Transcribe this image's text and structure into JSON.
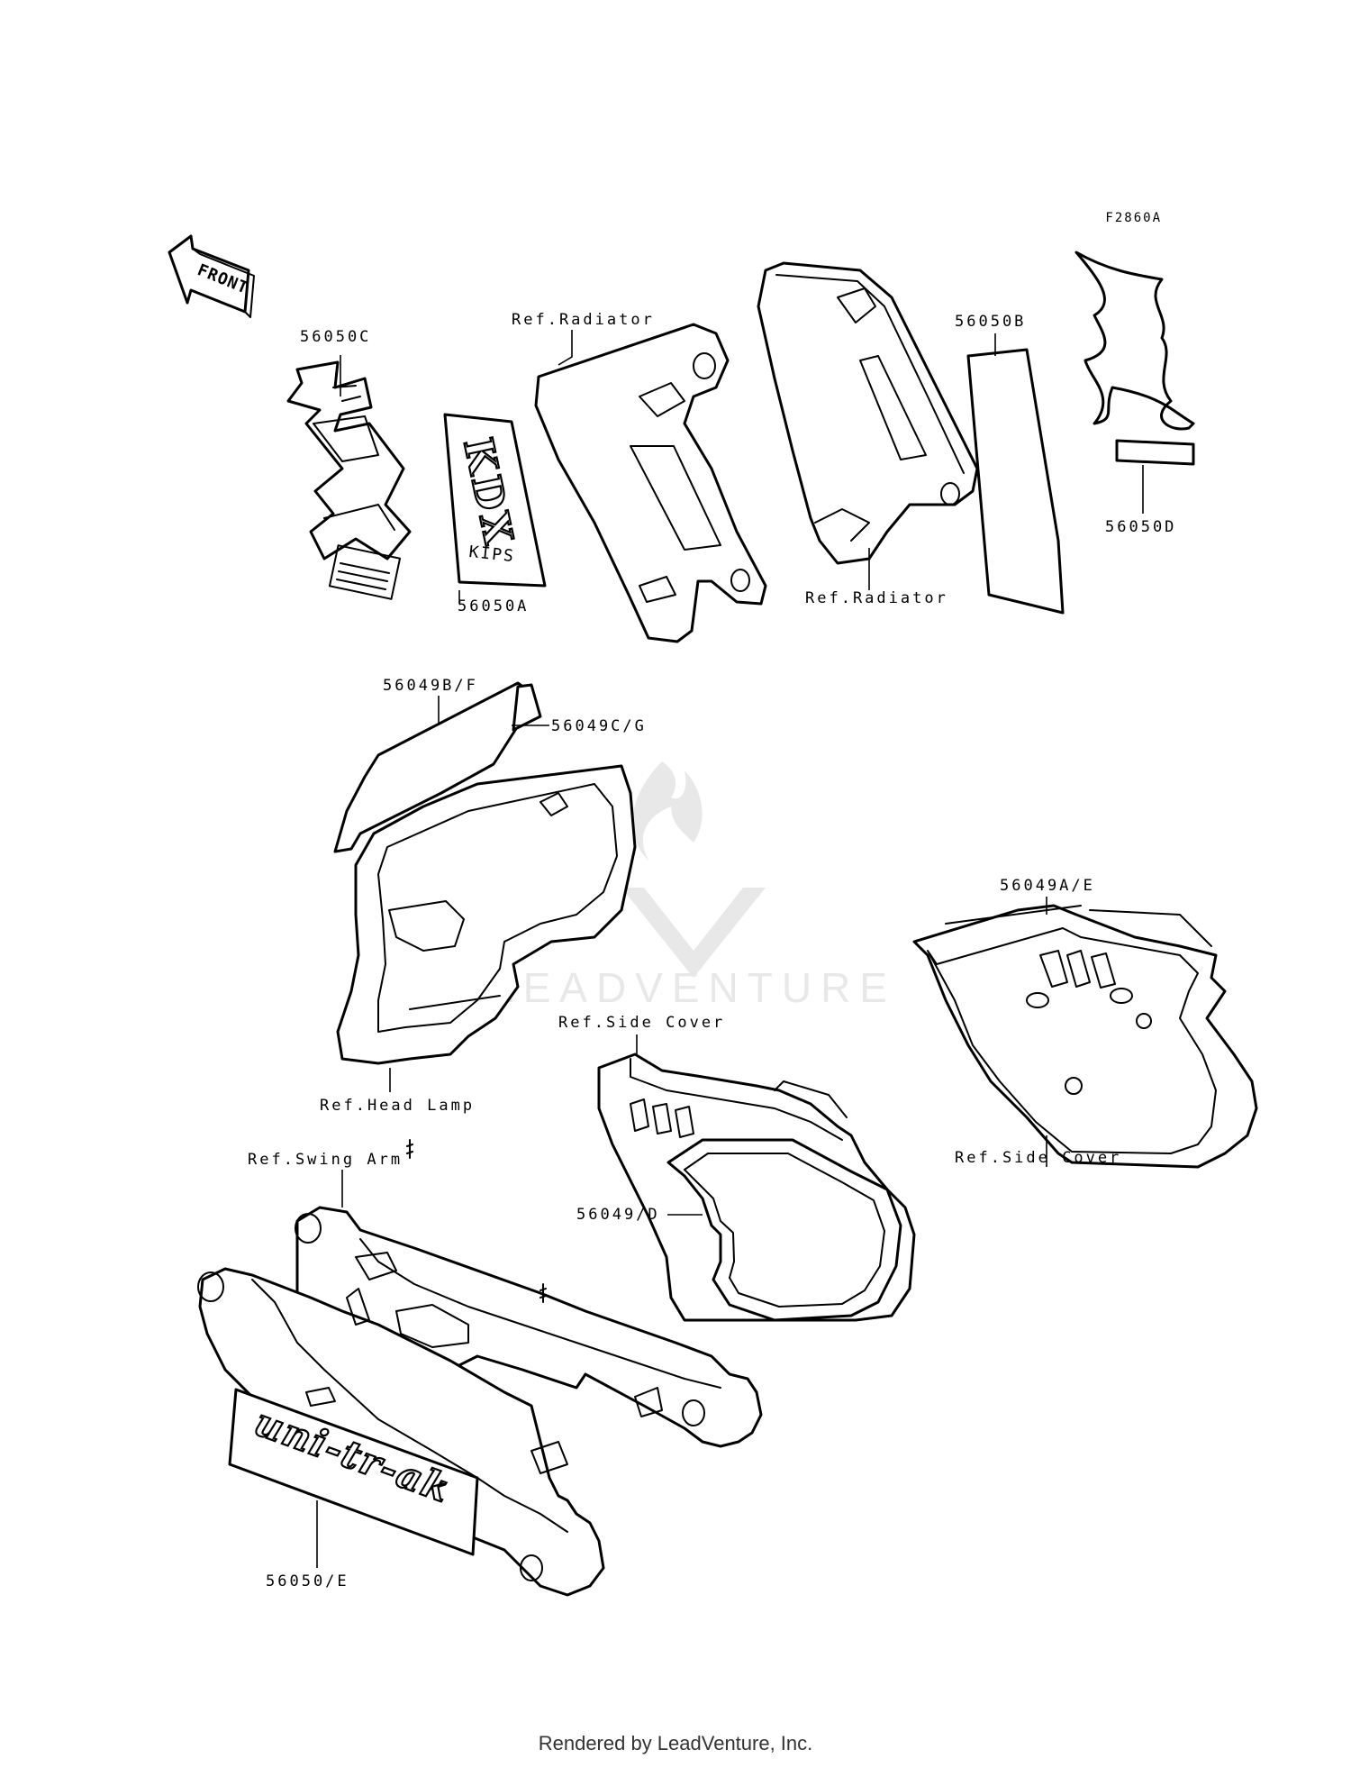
{
  "figure_id": "F2860A",
  "front_label": "FRONT",
  "watermark": "LEADVENTURE",
  "footer": "Rendered by LeadVenture, Inc.",
  "decals": {
    "tank_logo": "KDX",
    "tank_sub": "KIPS",
    "swingarm_logo": "uni-tr-ak"
  },
  "callouts": {
    "c_56050C": "56050C",
    "c_ref_radiator_1": "Ref.Radiator",
    "c_56050B": "56050B",
    "c_56050A": "56050A",
    "c_ref_radiator_2": "Ref.Radiator",
    "c_56050D": "56050D",
    "c_56049BF": "56049B/F",
    "c_56049CG": "56049C/G",
    "c_56049AE": "56049A/E",
    "c_ref_head_lamp": "Ref.Head Lamp",
    "c_ref_side_cover_1": "Ref.Side Cover",
    "c_ref_side_cover_2": "Ref.Side Cover",
    "c_ref_swing_arm": "Ref.Swing Arm",
    "c_56049D": "56049/D",
    "c_56050E": "56050/E"
  }
}
